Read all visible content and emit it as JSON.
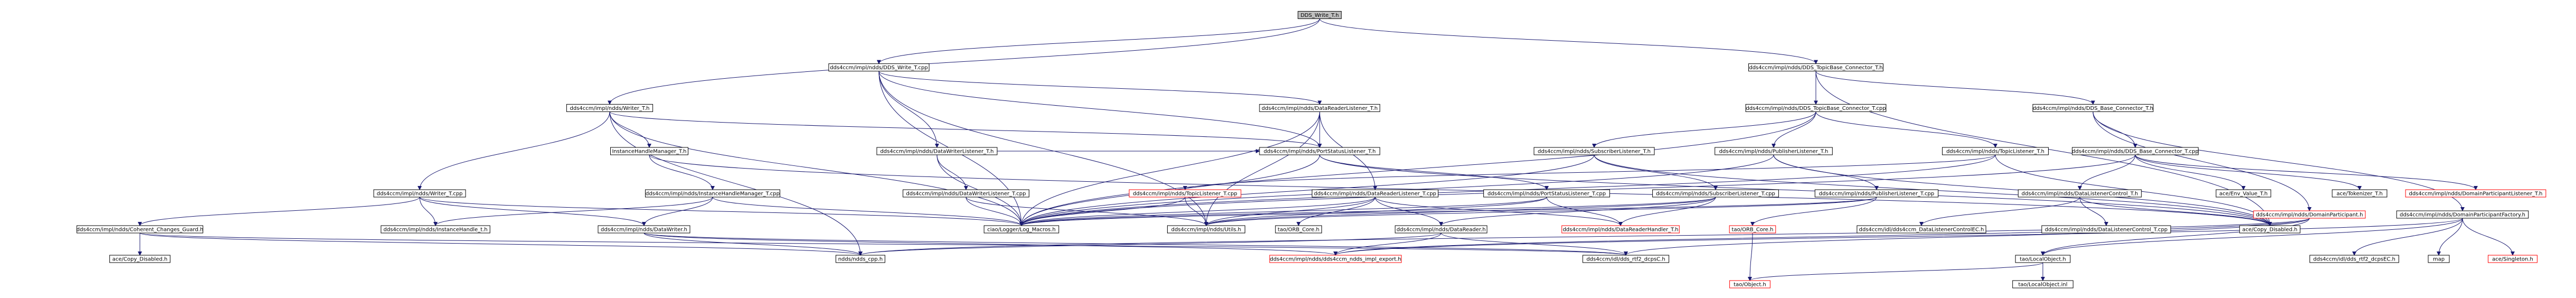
{
  "graph": {
    "nodes": [
      {
        "id": "n0",
        "label": "DDS_Write_T.h",
        "kind": "root"
      },
      {
        "id": "n1",
        "label": "dds4ccm/impl/ndds/Writer_T.h",
        "kind": "normal"
      },
      {
        "id": "n2",
        "label": "dds4ccm/impl/ndds/DDS_Write_T.cpp",
        "kind": "normal"
      },
      {
        "id": "n3",
        "label": "dds4ccm/impl/ndds/DDS_TopicBase_Connector_T.h",
        "kind": "normal"
      },
      {
        "id": "n4",
        "label": "InstanceHandleManager_T.h",
        "kind": "normal"
      },
      {
        "id": "n5",
        "label": "dds4ccm/impl/ndds/DataReaderListener_T.h",
        "kind": "normal"
      },
      {
        "id": "n6",
        "label": "dds4ccm/impl/ndds/DDS_TopicBase_Connector_T.cpp",
        "kind": "normal"
      },
      {
        "id": "n7",
        "label": "dds4ccm/impl/ndds/DDS_Base_Connector_T.h",
        "kind": "normal"
      },
      {
        "id": "n8",
        "label": "dds4ccm/impl/ndds/DataWriterListener_T.h",
        "kind": "normal"
      },
      {
        "id": "n9",
        "label": "dds4ccm/impl/ndds/PortStatusListener_T.h",
        "kind": "normal"
      },
      {
        "id": "n10",
        "label": "dds4ccm/impl/ndds/SubscriberListener_T.h",
        "kind": "normal"
      },
      {
        "id": "n11",
        "label": "dds4ccm/impl/ndds/PublisherListener_T.h",
        "kind": "normal"
      },
      {
        "id": "n12",
        "label": "dds4ccm/impl/ndds/TopicListener_T.h",
        "kind": "normal"
      },
      {
        "id": "n13",
        "label": "dds4ccm/impl/ndds/DDS_Base_Connector_T.cpp",
        "kind": "normal"
      },
      {
        "id": "n14",
        "label": "dds4ccm/impl/ndds/Writer_T.cpp",
        "kind": "normal"
      },
      {
        "id": "n15",
        "label": "dds4ccm/impl/ndds/InstanceHandleManager_T.cpp",
        "kind": "normal"
      },
      {
        "id": "n16",
        "label": "dds4ccm/impl/ndds/DataWriterListener_T.cpp",
        "kind": "normal"
      },
      {
        "id": "n17",
        "label": "dds4ccm/impl/ndds/TopicListener_T.cpp",
        "kind": "red"
      },
      {
        "id": "n18",
        "label": "dds4ccm/impl/ndds/DataReaderListener_T.cpp",
        "kind": "normal"
      },
      {
        "id": "n19",
        "label": "dds4ccm/impl/ndds/PortStatusListener_T.cpp",
        "kind": "normal"
      },
      {
        "id": "n20",
        "label": "dds4ccm/impl/ndds/SubscriberListener_T.cpp",
        "kind": "normal"
      },
      {
        "id": "n21",
        "label": "dds4ccm/impl/ndds/PublisherListener_T.cpp",
        "kind": "normal"
      },
      {
        "id": "n22",
        "label": "dds4ccm/impl/ndds/DataListenerControl_T.h",
        "kind": "normal"
      },
      {
        "id": "n23",
        "label": "ace/Env_Value_T.h",
        "kind": "normal"
      },
      {
        "id": "n24",
        "label": "ace/Tokenizer_T.h",
        "kind": "normal"
      },
      {
        "id": "n25",
        "label": "dds4ccm/impl/ndds/DomainParticipantListener_T.h",
        "kind": "red"
      },
      {
        "id": "n26",
        "label": "dds4ccm/impl/ndds/Coherent_Changes_Guard.h",
        "kind": "normal"
      },
      {
        "id": "n27",
        "label": "dds4ccm/impl/ndds/InstanceHandle_t.h",
        "kind": "normal"
      },
      {
        "id": "n28",
        "label": "dds4ccm/impl/ndds/DataWriter.h",
        "kind": "normal"
      },
      {
        "id": "n29",
        "label": "ciao/Logger/Log_Macros.h",
        "kind": "normal"
      },
      {
        "id": "n30",
        "label": "dds4ccm/impl/ndds/Utils.h",
        "kind": "normal"
      },
      {
        "id": "n31",
        "label": "tao/ORB_Core.h",
        "kind": "normal"
      },
      {
        "id": "n32",
        "label": "dds4ccm/impl/ndds/DataReader.h",
        "kind": "normal"
      },
      {
        "id": "n33",
        "label": "dds4ccm/impl/ndds/DataReaderHandler_T.h",
        "kind": "red"
      },
      {
        "id": "n34",
        "label": "tao/ORB_Core.h",
        "kind": "red"
      },
      {
        "id": "n35",
        "label": "dds4ccm/idl/dds4ccm_DataListenerControlEC.h",
        "kind": "normal"
      },
      {
        "id": "n36",
        "label": "dds4ccm/impl/ndds/DataListenerControl_T.cpp",
        "kind": "normal"
      },
      {
        "id": "n37",
        "label": "ace/Copy_Disabled.h",
        "kind": "normal"
      },
      {
        "id": "n38",
        "label": "dds4ccm/impl/ndds/DomainParticipant.h",
        "kind": "red"
      },
      {
        "id": "n39",
        "label": "dds4ccm/impl/ndds/DomainParticipantFactory.h",
        "kind": "normal"
      },
      {
        "id": "n40",
        "label": "ace/Copy_Disabled.h",
        "kind": "normal"
      },
      {
        "id": "n41",
        "label": "ndds/ndds_cpp.h",
        "kind": "normal"
      },
      {
        "id": "n42",
        "label": "dds4ccm/impl/ndds/dds4ccm_ndds_impl_export.h",
        "kind": "red"
      },
      {
        "id": "n43",
        "label": "dds4ccm/idl/dds_rtf2_dcpsC.h",
        "kind": "normal"
      },
      {
        "id": "n44",
        "label": "tao/LocalObject.h",
        "kind": "normal"
      },
      {
        "id": "n45",
        "label": "dds4ccm/idl/dds_rtf2_dcpsEC.h",
        "kind": "normal"
      },
      {
        "id": "n46",
        "label": "map",
        "kind": "normal"
      },
      {
        "id": "n47",
        "label": "ace/Singleton.h",
        "kind": "red"
      },
      {
        "id": "n48",
        "label": "tao/Object.h",
        "kind": "red"
      },
      {
        "id": "n49",
        "label": "tao/LocalObject.inl",
        "kind": "normal"
      }
    ],
    "edges": [
      [
        "n0",
        "n1"
      ],
      [
        "n0",
        "n2"
      ],
      [
        "n0",
        "n3"
      ],
      [
        "n1",
        "n4"
      ],
      [
        "n1",
        "n14"
      ],
      [
        "n1",
        "n9"
      ],
      [
        "n1",
        "n29"
      ],
      [
        "n1",
        "n41"
      ],
      [
        "n2",
        "n5"
      ],
      [
        "n2",
        "n8"
      ],
      [
        "n2",
        "n9"
      ],
      [
        "n2",
        "n29"
      ],
      [
        "n2",
        "n30"
      ],
      [
        "n3",
        "n6"
      ],
      [
        "n3",
        "n7"
      ],
      [
        "n3",
        "n37"
      ],
      [
        "n4",
        "n15"
      ],
      [
        "n4",
        "n37"
      ],
      [
        "n5",
        "n9"
      ],
      [
        "n5",
        "n18"
      ],
      [
        "n5",
        "n29"
      ],
      [
        "n5",
        "n30"
      ],
      [
        "n6",
        "n10"
      ],
      [
        "n6",
        "n11"
      ],
      [
        "n6",
        "n12"
      ],
      [
        "n6",
        "n29"
      ],
      [
        "n7",
        "n13"
      ],
      [
        "n7",
        "n38"
      ],
      [
        "n7",
        "n39"
      ],
      [
        "n8",
        "n9"
      ],
      [
        "n8",
        "n16"
      ],
      [
        "n8",
        "n29"
      ],
      [
        "n9",
        "n19"
      ],
      [
        "n9",
        "n29"
      ],
      [
        "n9",
        "n37"
      ],
      [
        "n10",
        "n20"
      ],
      [
        "n10",
        "n29"
      ],
      [
        "n10",
        "n37"
      ],
      [
        "n11",
        "n21"
      ],
      [
        "n11",
        "n29"
      ],
      [
        "n11",
        "n37"
      ],
      [
        "n12",
        "n17"
      ],
      [
        "n12",
        "n29"
      ],
      [
        "n12",
        "n37"
      ],
      [
        "n13",
        "n22"
      ],
      [
        "n13",
        "n23"
      ],
      [
        "n13",
        "n24"
      ],
      [
        "n13",
        "n25"
      ],
      [
        "n13",
        "n29"
      ],
      [
        "n14",
        "n26"
      ],
      [
        "n14",
        "n27"
      ],
      [
        "n14",
        "n28"
      ],
      [
        "n14",
        "n29"
      ],
      [
        "n15",
        "n27"
      ],
      [
        "n15",
        "n28"
      ],
      [
        "n15",
        "n29"
      ],
      [
        "n16",
        "n29"
      ],
      [
        "n16",
        "n30"
      ],
      [
        "n17",
        "n29"
      ],
      [
        "n17",
        "n30"
      ],
      [
        "n18",
        "n29"
      ],
      [
        "n18",
        "n30"
      ],
      [
        "n18",
        "n31"
      ],
      [
        "n18",
        "n32"
      ],
      [
        "n18",
        "n33"
      ],
      [
        "n19",
        "n29"
      ],
      [
        "n19",
        "n30"
      ],
      [
        "n19",
        "n33"
      ],
      [
        "n20",
        "n29"
      ],
      [
        "n20",
        "n30"
      ],
      [
        "n20",
        "n32"
      ],
      [
        "n20",
        "n33"
      ],
      [
        "n21",
        "n29"
      ],
      [
        "n21",
        "n30"
      ],
      [
        "n21",
        "n34"
      ],
      [
        "n22",
        "n35"
      ],
      [
        "n22",
        "n36"
      ],
      [
        "n22",
        "n37"
      ],
      [
        "n26",
        "n40"
      ],
      [
        "n26",
        "n41"
      ],
      [
        "n26",
        "n43"
      ],
      [
        "n28",
        "n41"
      ],
      [
        "n28",
        "n42"
      ],
      [
        "n28",
        "n43"
      ],
      [
        "n32",
        "n41"
      ],
      [
        "n32",
        "n42"
      ],
      [
        "n32",
        "n43"
      ],
      [
        "n34",
        "n48"
      ],
      [
        "n38",
        "n41"
      ],
      [
        "n38",
        "n42"
      ],
      [
        "n38",
        "n43"
      ],
      [
        "n38",
        "n44"
      ],
      [
        "n39",
        "n44"
      ],
      [
        "n39",
        "n45"
      ],
      [
        "n39",
        "n46"
      ],
      [
        "n39",
        "n47"
      ],
      [
        "n39",
        "n42"
      ],
      [
        "n44",
        "n48"
      ],
      [
        "n44",
        "n49"
      ]
    ]
  }
}
